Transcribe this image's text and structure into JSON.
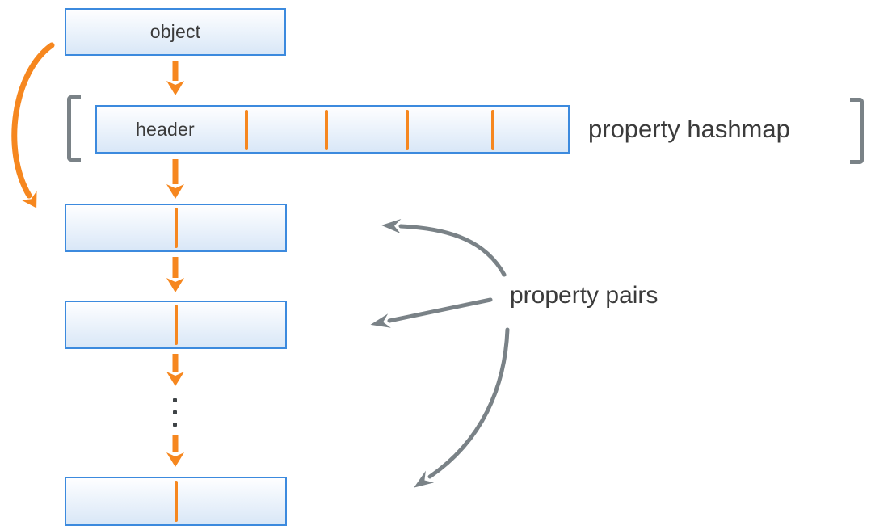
{
  "diagram": {
    "object": {
      "label": "object"
    },
    "hashmap": {
      "header_label": "header",
      "caption": "property hashmap",
      "slot_divider_count": 4
    },
    "property_pairs": {
      "caption": "property pairs",
      "box_count": 3,
      "ellipsis": "⋮",
      "callout_arrow_count": 3
    },
    "colors": {
      "accent_orange": "#F6871F",
      "box_border_blue": "#3C8ADE",
      "box_fill_top": "#FEFEFF",
      "box_fill_bottom": "#D9E7F7",
      "bracket_gray": "#7A8287",
      "text_dark": "#3B3B3B"
    }
  }
}
